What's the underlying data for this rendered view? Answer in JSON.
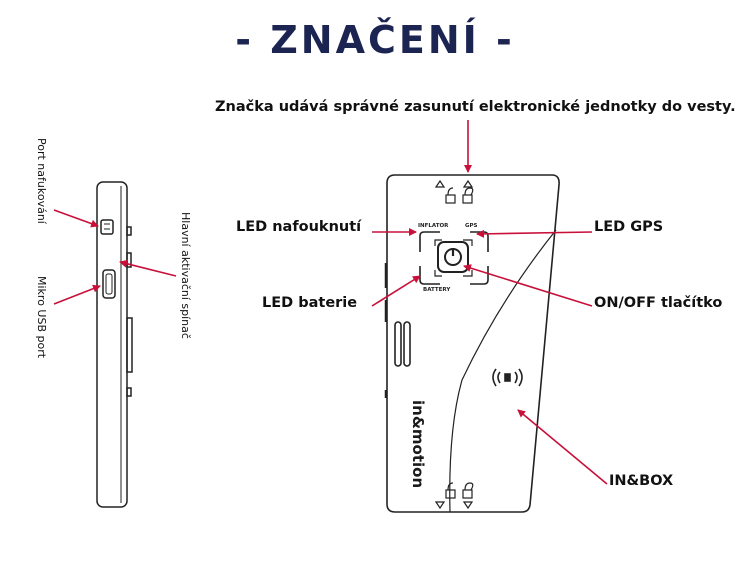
{
  "title": "- ZNAČENÍ -",
  "caption_top": "Značka udává správné zasunutí elektronické jednotky do vesty.",
  "labels": {
    "led_inflation": "LED nafouknutí",
    "led_gps": "LED GPS",
    "led_battery": "LED baterie",
    "onoff_button": "ON/OFF tlačítko",
    "inbox": "IN&BOX",
    "port_inflation": "Port nafukování",
    "micro_usb": "Mikro USB port",
    "main_switch": "Hlavní aktivační spínač"
  },
  "device_marks": {
    "inflator": "INFLATOR",
    "gps": "GPS",
    "battery": "BATTERY",
    "logo": "in&motion"
  },
  "colors": {
    "arrow": "#c8103a",
    "title": "#1c2452",
    "line": "#222222"
  }
}
